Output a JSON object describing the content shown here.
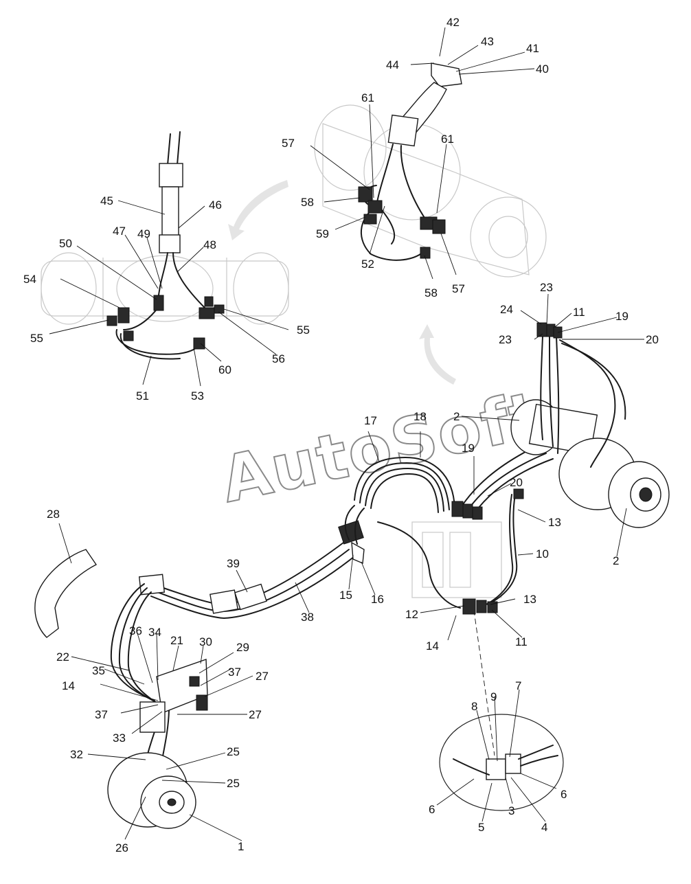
{
  "watermark": "AutoSoft",
  "callouts": [
    {
      "id": "c1",
      "text": "1"
    },
    {
      "id": "c2a",
      "text": "2"
    },
    {
      "id": "c2b",
      "text": "2"
    },
    {
      "id": "c3",
      "text": "3"
    },
    {
      "id": "c4",
      "text": "4"
    },
    {
      "id": "c5",
      "text": "5"
    },
    {
      "id": "c6a",
      "text": "6"
    },
    {
      "id": "c6b",
      "text": "6"
    },
    {
      "id": "c7",
      "text": "7"
    },
    {
      "id": "c8",
      "text": "8"
    },
    {
      "id": "c9",
      "text": "9"
    },
    {
      "id": "c10",
      "text": "10"
    },
    {
      "id": "c11a",
      "text": "11"
    },
    {
      "id": "c11b",
      "text": "11"
    },
    {
      "id": "c12",
      "text": "12"
    },
    {
      "id": "c13a",
      "text": "13"
    },
    {
      "id": "c13b",
      "text": "13"
    },
    {
      "id": "c14a",
      "text": "14"
    },
    {
      "id": "c14b",
      "text": "14"
    },
    {
      "id": "c15",
      "text": "15"
    },
    {
      "id": "c16",
      "text": "16"
    },
    {
      "id": "c17",
      "text": "17"
    },
    {
      "id": "c18",
      "text": "18"
    },
    {
      "id": "c19a",
      "text": "19"
    },
    {
      "id": "c19b",
      "text": "19"
    },
    {
      "id": "c20a",
      "text": "20"
    },
    {
      "id": "c20b",
      "text": "20"
    },
    {
      "id": "c21",
      "text": "21"
    },
    {
      "id": "c22",
      "text": "22"
    },
    {
      "id": "c23a",
      "text": "23"
    },
    {
      "id": "c23b",
      "text": "23"
    },
    {
      "id": "c24",
      "text": "24"
    },
    {
      "id": "c25a",
      "text": "25"
    },
    {
      "id": "c25b",
      "text": "25"
    },
    {
      "id": "c26",
      "text": "26"
    },
    {
      "id": "c27a",
      "text": "27"
    },
    {
      "id": "c27b",
      "text": "27"
    },
    {
      "id": "c28",
      "text": "28"
    },
    {
      "id": "c29",
      "text": "29"
    },
    {
      "id": "c30",
      "text": "30"
    },
    {
      "id": "c32",
      "text": "32"
    },
    {
      "id": "c33",
      "text": "33"
    },
    {
      "id": "c34",
      "text": "34"
    },
    {
      "id": "c35",
      "text": "35"
    },
    {
      "id": "c36",
      "text": "36"
    },
    {
      "id": "c37a",
      "text": "37"
    },
    {
      "id": "c37b",
      "text": "37"
    },
    {
      "id": "c38",
      "text": "38"
    },
    {
      "id": "c39",
      "text": "39"
    },
    {
      "id": "c40",
      "text": "40"
    },
    {
      "id": "c41",
      "text": "41"
    },
    {
      "id": "c42",
      "text": "42"
    },
    {
      "id": "c43",
      "text": "43"
    },
    {
      "id": "c44",
      "text": "44"
    },
    {
      "id": "c45",
      "text": "45"
    },
    {
      "id": "c46",
      "text": "46"
    },
    {
      "id": "c47",
      "text": "47"
    },
    {
      "id": "c48",
      "text": "48"
    },
    {
      "id": "c49",
      "text": "49"
    },
    {
      "id": "c50",
      "text": "50"
    },
    {
      "id": "c51",
      "text": "51"
    },
    {
      "id": "c52",
      "text": "52"
    },
    {
      "id": "c53",
      "text": "53"
    },
    {
      "id": "c54",
      "text": "54"
    },
    {
      "id": "c55a",
      "text": "55"
    },
    {
      "id": "c55b",
      "text": "55"
    },
    {
      "id": "c56",
      "text": "56"
    },
    {
      "id": "c57a",
      "text": "57"
    },
    {
      "id": "c57b",
      "text": "57"
    },
    {
      "id": "c58a",
      "text": "58"
    },
    {
      "id": "c58b",
      "text": "58"
    },
    {
      "id": "c59",
      "text": "59"
    },
    {
      "id": "c60",
      "text": "60"
    },
    {
      "id": "c61a",
      "text": "61"
    },
    {
      "id": "c61b",
      "text": "61"
    }
  ]
}
